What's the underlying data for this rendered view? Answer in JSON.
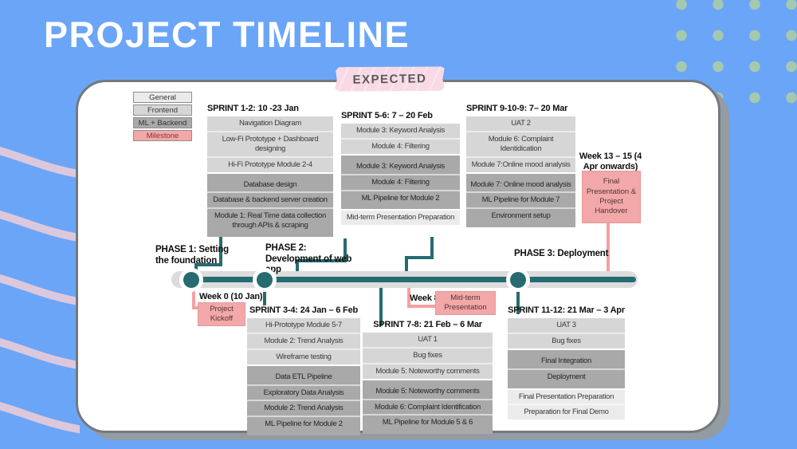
{
  "title": "PROJECT TIMELINE",
  "tape_label": "EXPECTED",
  "colors": {
    "background_blue": "#6ba5f7",
    "teal_accent": "#266b70",
    "milestone_pink": "#f2a8a8",
    "general_gray": "#ebebeb",
    "frontend_gray": "#d6d6d6",
    "ml_backend_gray": "#a9a9a9"
  },
  "legend": {
    "items": [
      {
        "label": "General",
        "category": "general"
      },
      {
        "label": "Frontend",
        "category": "frontend"
      },
      {
        "label": "ML + Backend",
        "category": "ml_backend"
      },
      {
        "label": "Milestone",
        "category": "milestone"
      }
    ]
  },
  "phases": [
    {
      "label": "PHASE 1: Setting the foundation"
    },
    {
      "label": "PHASE 2: Development of web app"
    },
    {
      "label": "PHASE 3: Deployment"
    }
  ],
  "milestones": {
    "week0": {
      "label": "Week 0 (10 Jan)",
      "box": "Project Kickoff"
    },
    "week8": {
      "label": "Week 8",
      "box": "Mid-term Presentation"
    },
    "week13": {
      "label": "Week 13 – 15 (4 Apr onwards)",
      "box": "Final Presentation & Project Handover"
    }
  },
  "sprints": [
    {
      "header": "SPRINT 1-2: 10 -23 Jan",
      "tasks": [
        {
          "label": "Navigation Diagram",
          "category": "frontend"
        },
        {
          "label": "Low-Fi Prototype + Dashboard designing",
          "category": "frontend"
        },
        {
          "label": "Hi-Fi Prototype Module 2-4",
          "category": "frontend"
        },
        {
          "label": "Database design",
          "category": "ml_backend"
        },
        {
          "label": "Database & backend server creation",
          "category": "ml_backend"
        },
        {
          "label": "Module 1: Real Time data collection through APIs & scraping",
          "category": "ml_backend"
        }
      ]
    },
    {
      "header": "SPRINT 5-6: 7 – 20 Feb",
      "tasks": [
        {
          "label": "Module 3: Keyword Analysis",
          "category": "frontend"
        },
        {
          "label": "Module 4: Filtering",
          "category": "frontend"
        },
        {
          "label": "Module 3: Keyword Analysis",
          "category": "ml_backend"
        },
        {
          "label": "Module 4: Filtering",
          "category": "ml_backend"
        },
        {
          "label": "ML Pipeline for Module 2",
          "category": "ml_backend"
        },
        {
          "label": "Mid-term Presentation Preparation",
          "category": "general"
        }
      ]
    },
    {
      "header": "SPRINT 9-10-9: 7– 20 Mar",
      "tasks": [
        {
          "label": "UAT 2",
          "category": "frontend"
        },
        {
          "label": "Module 6: Complaint Identidication",
          "category": "frontend"
        },
        {
          "label": "Module 7:Online mood analysis",
          "category": "frontend"
        },
        {
          "label": "Module 7: Online mood analysis",
          "category": "ml_backend"
        },
        {
          "label": "ML Pipeline for Module 7",
          "category": "ml_backend"
        },
        {
          "label": "Environment setup",
          "category": "ml_backend"
        }
      ]
    },
    {
      "header": "SPRINT 3-4: 24 Jan – 6 Feb",
      "tasks": [
        {
          "label": "Hi-Prototype Module 5-7",
          "category": "frontend"
        },
        {
          "label": "Module 2: Trend Analysis",
          "category": "frontend"
        },
        {
          "label": "Wireframe testing",
          "category": "frontend"
        },
        {
          "label": "Data ETL Pipeline",
          "category": "ml_backend"
        },
        {
          "label": "Exploratory Data Analysis",
          "category": "ml_backend"
        },
        {
          "label": "Module 2: Trend Analysis",
          "category": "ml_backend"
        },
        {
          "label": "ML Pipeline for Module 2",
          "category": "ml_backend"
        }
      ]
    },
    {
      "header": "SPRINT 7-8: 21 Feb – 6 Mar",
      "tasks": [
        {
          "label": "UAT 1",
          "category": "frontend"
        },
        {
          "label": "Bug fixes",
          "category": "frontend"
        },
        {
          "label": "Module 5: Noteworthy comments",
          "category": "frontend"
        },
        {
          "label": "Module 5: Noteworthy comments",
          "category": "ml_backend"
        },
        {
          "label": "Module 6: Complaint Identification",
          "category": "ml_backend"
        },
        {
          "label": "ML Pipeline for Module 5 & 6",
          "category": "ml_backend"
        }
      ]
    },
    {
      "header": "SPRINT 11-12: 21 Mar – 3 Apr",
      "tasks": [
        {
          "label": "UAT 3",
          "category": "frontend"
        },
        {
          "label": "Bug fixes",
          "category": "frontend"
        },
        {
          "label": "Final Integration",
          "category": "ml_backend"
        },
        {
          "label": "Deployment",
          "category": "ml_backend"
        },
        {
          "label": "Final Presentation Preparation",
          "category": "general"
        },
        {
          "label": "Preparation for Final Demo",
          "category": "general"
        }
      ]
    }
  ]
}
